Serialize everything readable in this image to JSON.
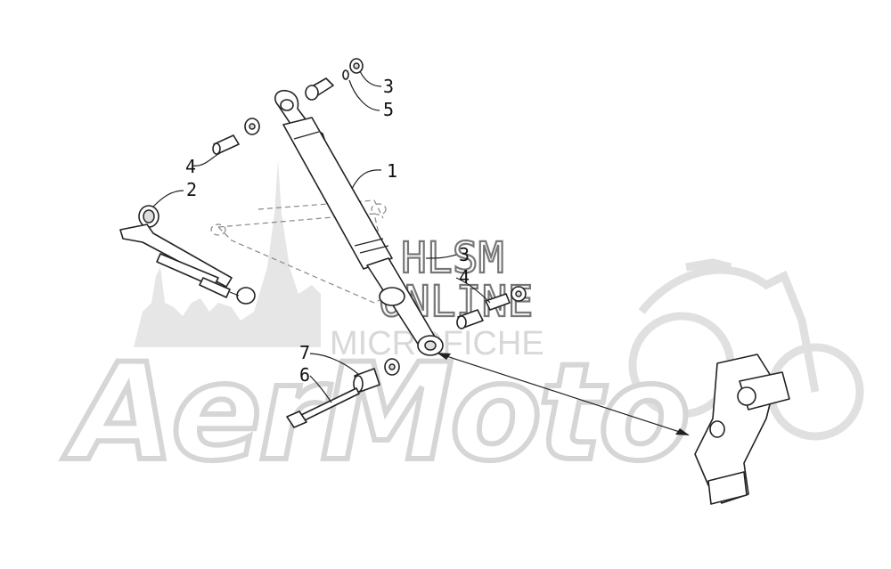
{
  "watermark": {
    "brand": "AerMoto",
    "line1": "HLSM",
    "line2": "ONLINE",
    "line3": "MICROFICHE"
  },
  "callouts": [
    {
      "id": "c1",
      "label": "1"
    },
    {
      "id": "c2",
      "label": "2"
    },
    {
      "id": "c3a",
      "label": "3"
    },
    {
      "id": "c3b",
      "label": "3"
    },
    {
      "id": "c4a",
      "label": "4"
    },
    {
      "id": "c4b",
      "label": "4"
    },
    {
      "id": "c5",
      "label": "5"
    },
    {
      "id": "c6",
      "label": "6"
    },
    {
      "id": "c7",
      "label": "7"
    }
  ]
}
